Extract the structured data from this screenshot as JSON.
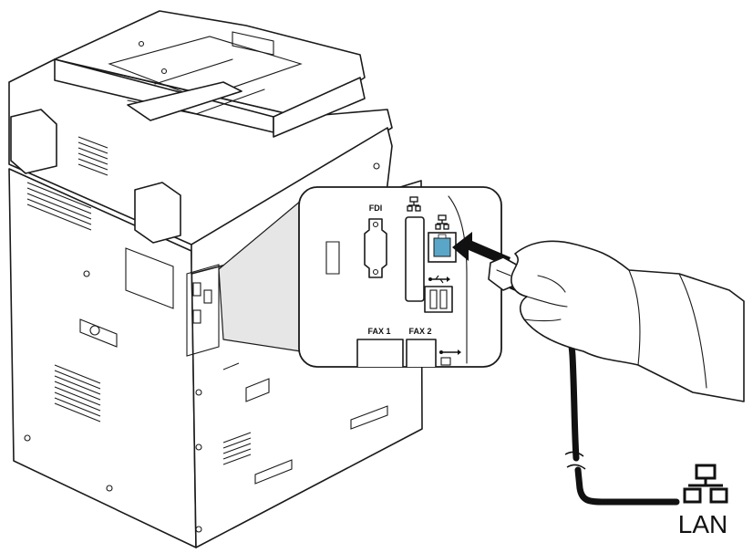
{
  "diagram": {
    "port_labels": {
      "fdi": "FDI",
      "fax1": "FAX 1",
      "fax2": "FAX 2"
    },
    "lan_label": "LAN",
    "icons": {
      "network_port": "network-icon",
      "usb_port": "usb-icon",
      "lan": "network-icon"
    },
    "colors": {
      "line": "#1a1a1a",
      "port_highlight": "#5aa6c8",
      "arrow": "#111111",
      "cable": "#111111"
    }
  }
}
